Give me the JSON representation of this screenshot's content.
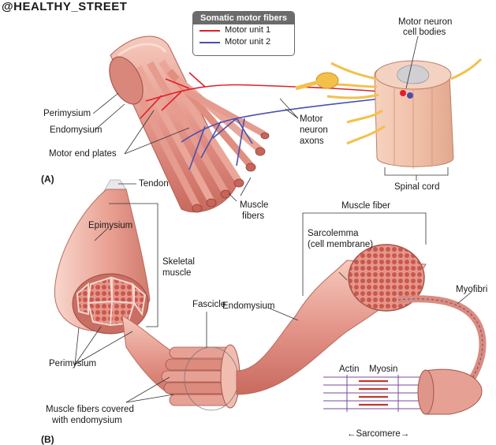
{
  "watermark": "@HEALTHY_STREET",
  "legend": {
    "title": "Somatic motor fibers",
    "items": [
      {
        "label": "Motor unit 1",
        "color": "#e0202a"
      },
      {
        "label": "Motor unit 2",
        "color": "#4a4fb0"
      }
    ]
  },
  "panel_a": {
    "tag": "(A)",
    "labels": {
      "perimysium": "Perimysium",
      "endomysium": "Endomysium",
      "motor_end_plates": "Motor end plates",
      "motor_neuron_axons": [
        "Motor",
        "neuron",
        "axons"
      ],
      "motor_neuron_cell_bodies": [
        "Motor neuron",
        "cell bodies"
      ],
      "spinal_cord": "Spinal cord",
      "muscle_fibers": [
        "Muscle",
        "fibers"
      ]
    }
  },
  "panel_b": {
    "tag": "(B)",
    "labels": {
      "tendon": "Tendon",
      "epimysium": "Epimysium",
      "skeletal_muscle": [
        "Skeletal",
        "muscle"
      ],
      "perimysium": "Perimysium",
      "fibers_covered": [
        "Muscle fibers covered",
        "with endomysium"
      ],
      "fascicle": "Fascicle",
      "endomysium": "Endomysium",
      "muscle_fiber": "Muscle fiber",
      "sarcolemma": [
        "Sarcolemma",
        "(cell membrane)"
      ],
      "myofibril": "Myofibri",
      "actin": "Actin",
      "myosin": "Myosin",
      "sarcomere": "←Sarcomere→"
    }
  },
  "colors": {
    "muscle_light": "#f2b8a8",
    "muscle_mid": "#e08d7c",
    "muscle_dark": "#b9574b",
    "nerve": "#f3c04a",
    "cord_gray": "#d9d9d9"
  }
}
